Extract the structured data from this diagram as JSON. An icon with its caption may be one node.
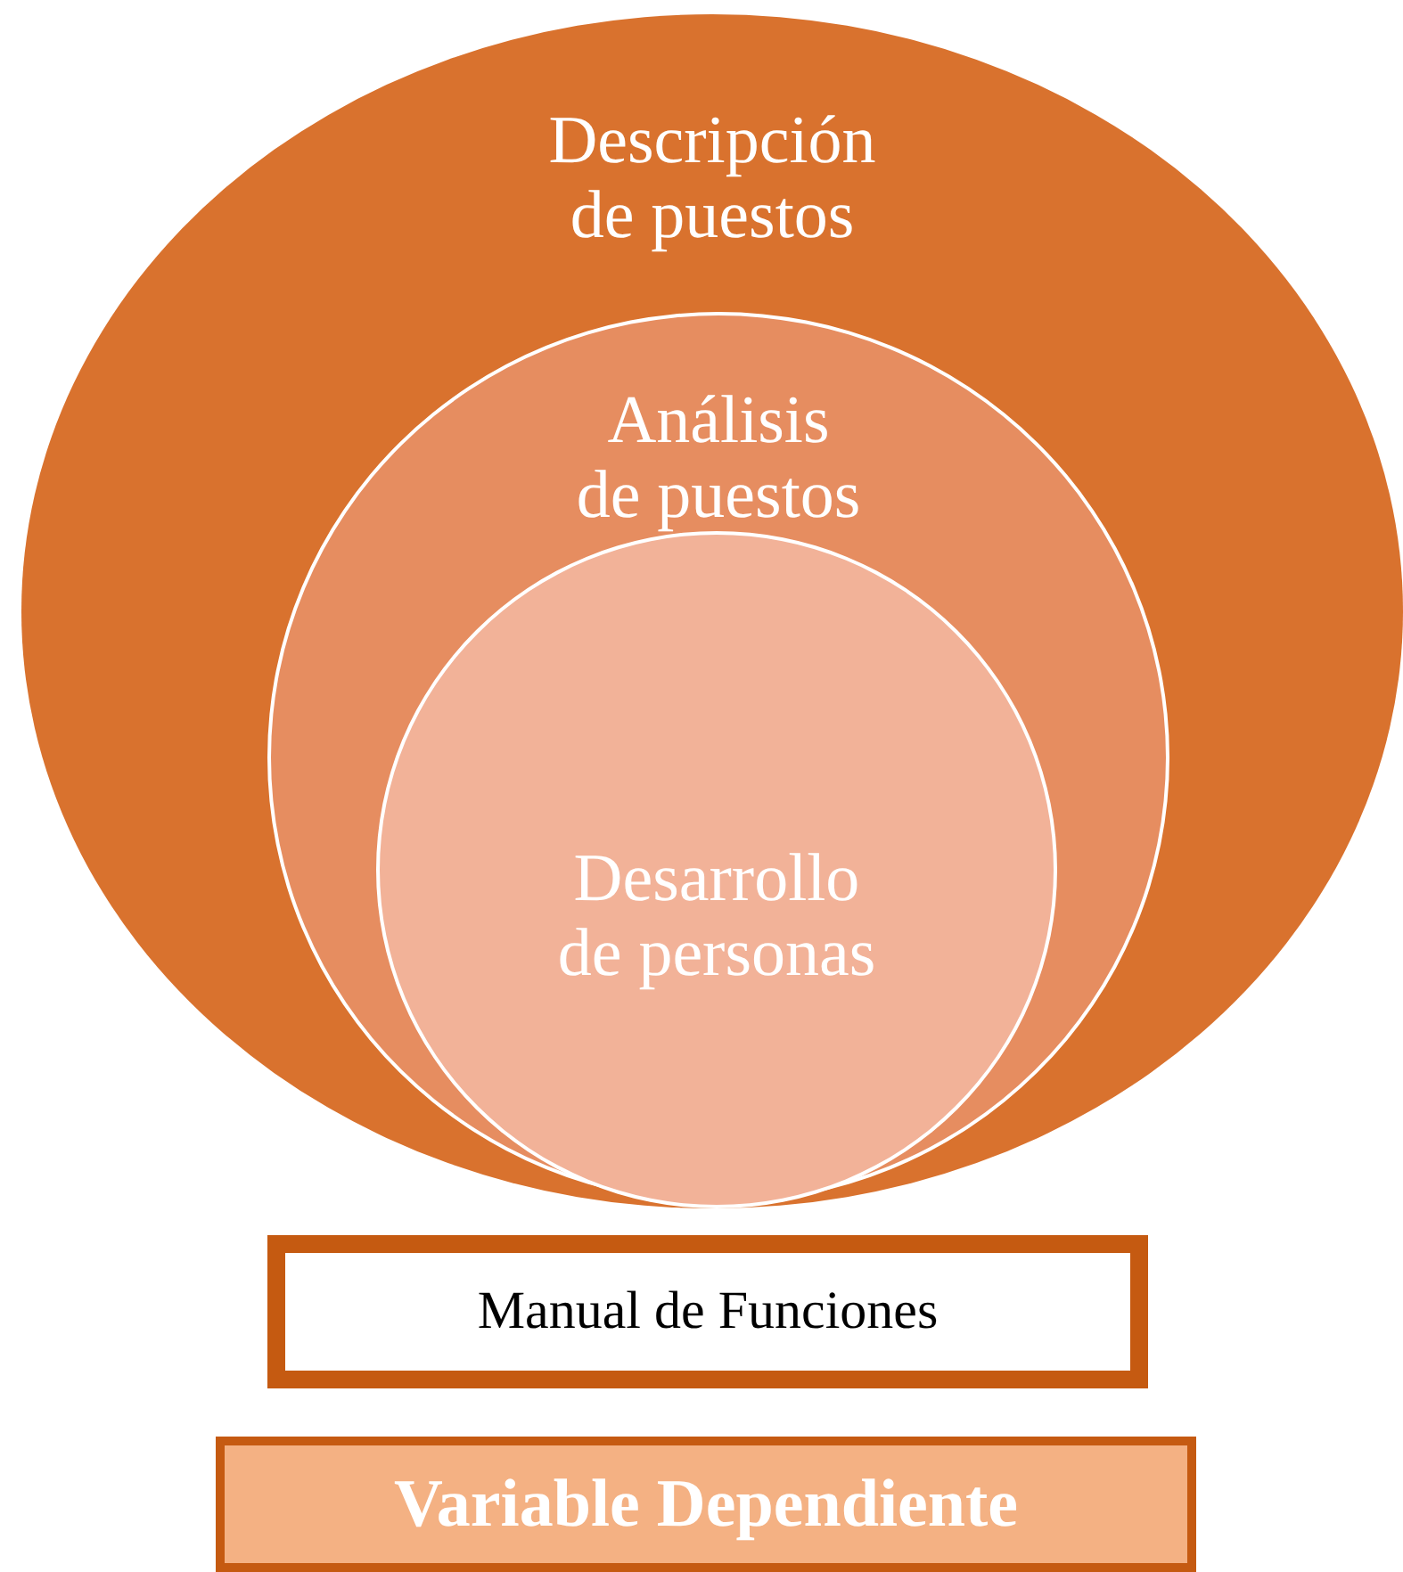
{
  "diagram": {
    "nodes": [
      {
        "text": [
          "Descripción de puestos"
        ]
      },
      {
        "text": [
          "Análisis de puestos"
        ],
        "in": 0
      },
      {
        "text": [
          "Desarrollo de personas"
        ],
        "in": 1
      },
      {
        "text": [
          "Manual de Funciones"
        ]
      },
      {
        "text": [
          "Variable Dependiente"
        ]
      }
    ],
    "edges": []
  }
}
